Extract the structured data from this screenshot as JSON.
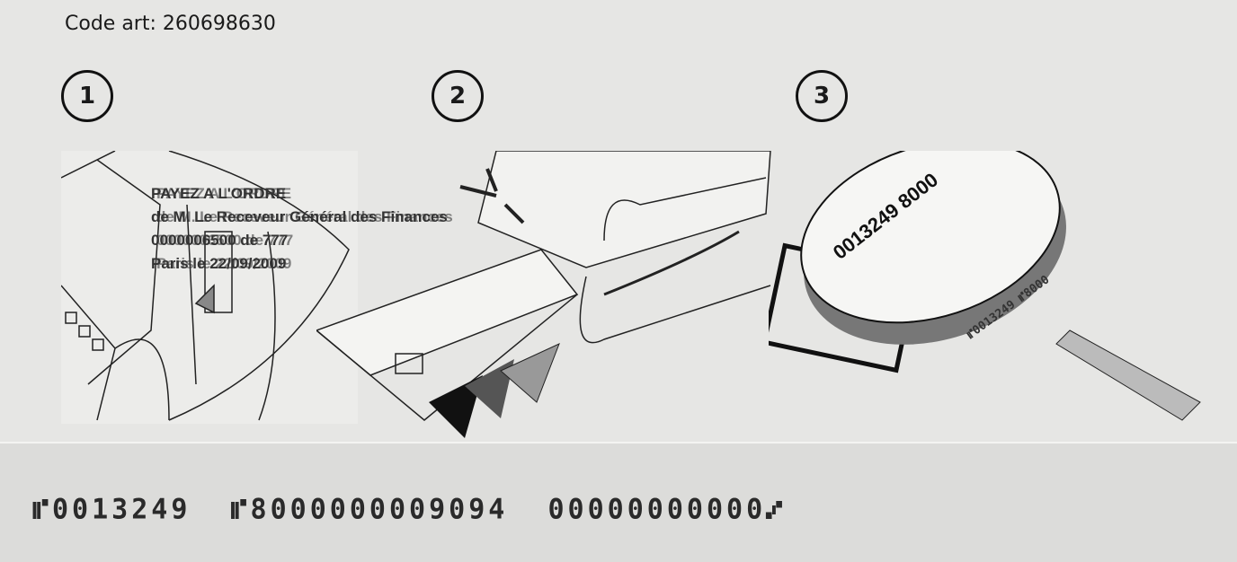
{
  "header": {
    "code_art": "Code art: 260698630"
  },
  "steps": [
    {
      "number": "1"
    },
    {
      "number": "2"
    },
    {
      "number": "3"
    }
  ],
  "cheque_text": {
    "line1": "PAYEZ A L'ORDRE",
    "line2": "de M. Le Receveur Général des Finances",
    "line3": "0000006500 de 777",
    "line4": "Paris le 22/09/2009"
  },
  "magnifier": {
    "number_large": "0013249 8000",
    "number_small": "⑈0013249 ⑈8000"
  },
  "micr_line": "⑈0013249  ⑈8000000009094  00000000000⑇"
}
